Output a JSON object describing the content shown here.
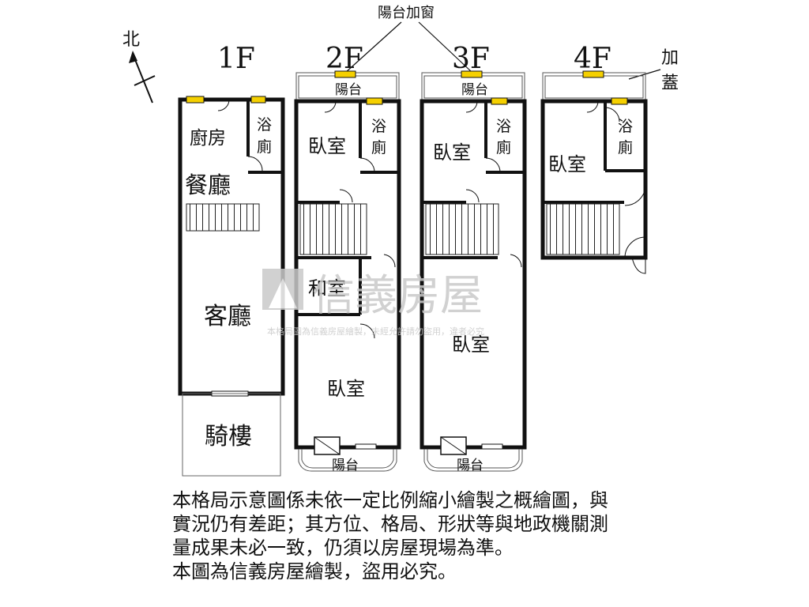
{
  "compass": {
    "north_label": "北"
  },
  "floors": {
    "f1": {
      "label": "1F",
      "kitchen": "廚房",
      "bath": "浴\n廁",
      "dining": "餐廳",
      "living": "客廳",
      "arcade": "騎樓"
    },
    "f2": {
      "label": "2F",
      "balcony_top": "陽台",
      "bedroom_top": "臥室",
      "bath": "浴\n廁",
      "tatami": "和室",
      "bedroom_bottom": "臥室",
      "balcony_bottom": "陽台"
    },
    "f3": {
      "label": "3F",
      "balcony_top": "陽台",
      "bedroom_top": "臥室",
      "bath": "浴\n廁",
      "bedroom_bottom": "臥室",
      "balcony_bottom": "陽台"
    },
    "f4": {
      "label": "4F",
      "bedroom": "臥室",
      "bath": "浴\n廁"
    }
  },
  "annotations": {
    "balcony_window": "陽台加窗",
    "addition": "加\n蓋"
  },
  "watermark": {
    "brand": "信義房屋",
    "fine_print": "本格局圖為信義房屋繪製，未經允許請勿盜用，違者必究"
  },
  "disclaimer": {
    "line1": "本格局示意圖係未依一定比例縮小繪製之概繪圖，與",
    "line2": "實況仍有差距；其方位、格局、形狀等與地政機關測",
    "line3": "量成果未必一致，仍須以房屋現場為準。",
    "line4": "本圖為信義房屋繪製，盜用必究。"
  },
  "colors": {
    "wall": "#111111",
    "window": "#f5d000",
    "watermark": "#c9c9c9"
  }
}
